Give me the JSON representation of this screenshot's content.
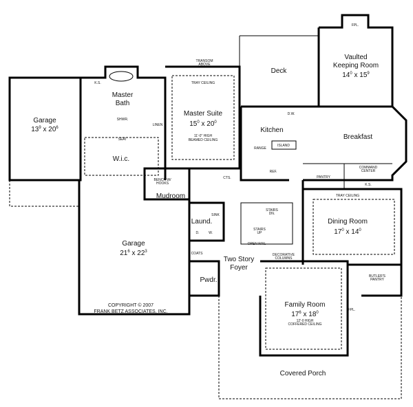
{
  "rooms": {
    "garage_small": {
      "name": "Garage",
      "w": "13",
      "wi": "9",
      "h": "20",
      "hi": "6"
    },
    "master_bath": {
      "line1": "Master",
      "line2": "Bath"
    },
    "master_suite": {
      "name": "Master Suite",
      "w": "15",
      "wi": "0",
      "h": "20",
      "hi": "0"
    },
    "wic": {
      "name": "W.i.c."
    },
    "deck": {
      "name": "Deck"
    },
    "keeping": {
      "line1": "Vaulted",
      "line2": "Keeping Room",
      "w": "14",
      "wi": "0",
      "h": "15",
      "hi": "9"
    },
    "kitchen": {
      "name": "Kitchen"
    },
    "breakfast": {
      "name": "Breakfast"
    },
    "mudroom": {
      "name": "Mudroom"
    },
    "laundry": {
      "name": "Laund."
    },
    "dining": {
      "name": "Dining Room",
      "w": "17",
      "wi": "0",
      "h": "14",
      "hi": "0"
    },
    "garage_large": {
      "name": "Garage",
      "w": "21",
      "wi": "6",
      "h": "22",
      "hi": "3"
    },
    "foyer": {
      "line1": "Two Story",
      "line2": "Foyer"
    },
    "powder": {
      "name": "Pwdr."
    },
    "family": {
      "name": "Family Room",
      "w": "17",
      "wi": "6",
      "h": "18",
      "hi": "0"
    },
    "porch": {
      "name": "Covered Porch"
    }
  },
  "notes": {
    "transom": [
      "TRANSOM",
      "ABOVE"
    ],
    "tray_suite": "TRAY CEILING",
    "beamed": [
      "11'-0\" HIGH",
      "BEAMED CEILING"
    ],
    "ks1": "K.S.",
    "shwr": "SHWR.",
    "seat": "SEAT",
    "linen": "LINEN",
    "bench": [
      "BENCH W/",
      "HOOKS"
    ],
    "cts": "CTS.",
    "fpl_keeping": "FPL.",
    "dw": "D.W.",
    "range": "RANGE",
    "island": "ISLAND",
    "ref": "REF.",
    "pantry": "PANTRY",
    "command": [
      "COMMAND",
      "CENTER"
    ],
    "ks2": "K.S.",
    "tray_dining": "TRAY CEILING",
    "sink": "SINK",
    "stairs_dn": [
      "STAIRS",
      "DN."
    ],
    "stairs_up": [
      "STAIRS",
      "UP"
    ],
    "open_rail": "OPEN RAIL",
    "d": "D.",
    "w": "W.",
    "coats": "COATS",
    "columns": [
      "DECORATIVE",
      "COLUMNS"
    ],
    "butlers": [
      "BUTLER'S",
      "PANTRY"
    ],
    "fpl_family": "FPL.",
    "coffered": [
      "12'-0 HIGH",
      "COFFERED CEILING"
    ]
  },
  "copyright": [
    "COPYRIGHT © 2007",
    "FRANK BETZ ASSOCIATES, INC."
  ]
}
